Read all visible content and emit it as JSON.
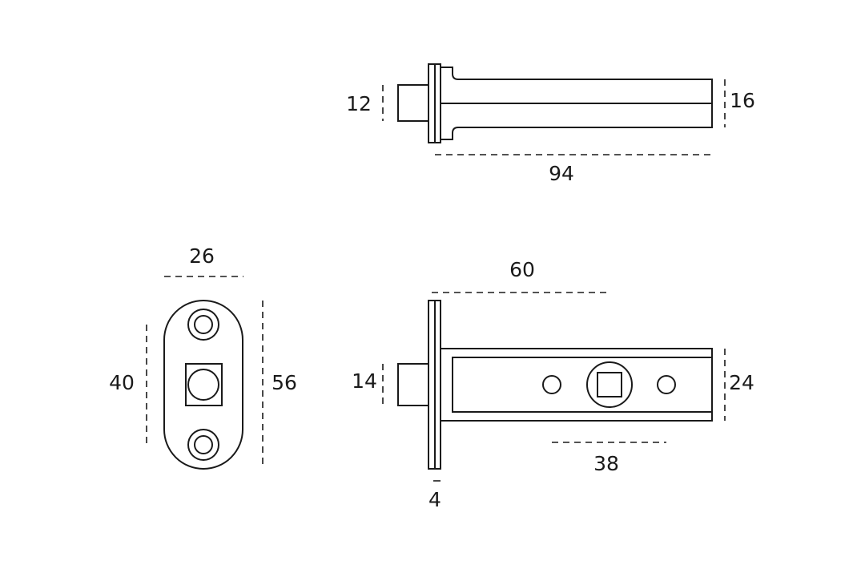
{
  "dimensions": {
    "top_bolt_height": "12",
    "top_body_height": "16",
    "top_length": "94",
    "face_width": "26",
    "face_screw_spacing": "40",
    "face_height": "56",
    "backset": "60",
    "bottom_bolt_height": "14",
    "case_height": "24",
    "spindle_spacing": "38",
    "plate_thickness": "4"
  },
  "colors": {
    "line": "#1a1a1a",
    "background": "#ffffff"
  }
}
